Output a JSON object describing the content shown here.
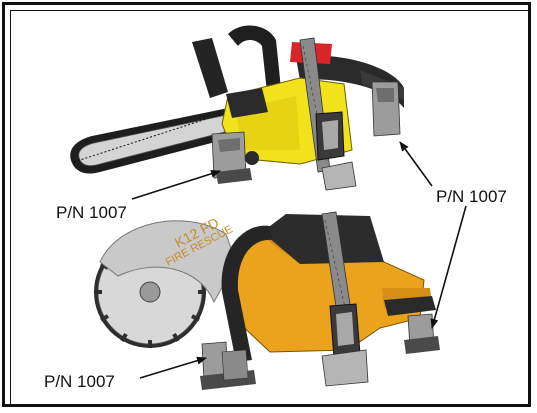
{
  "figure": {
    "callouts": [
      {
        "label": "P/N 1007"
      },
      {
        "label": "P/N 1007"
      },
      {
        "label": "P/N 1007"
      }
    ],
    "saw_blade_text": [
      "K12 FD",
      "FIRE RESCUE"
    ],
    "colors": {
      "chainsaw_body": "#f2e21b",
      "cutoff_saw_body": "#eba21c",
      "mount_gray": "#9c9c9c",
      "handle_black": "#2a2a2a",
      "chainsaw_accent_red": "#d9252a",
      "blade_silver": "#cfcfcf"
    }
  }
}
